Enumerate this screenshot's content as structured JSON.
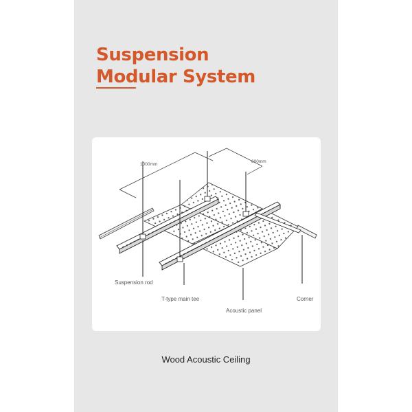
{
  "title": {
    "line1": "Suspension",
    "line2": "Modular System"
  },
  "diagram": {
    "dim_length": "1000mm",
    "dim_width": "600mm",
    "label_suspension_rod": "Suspension rod",
    "label_main_tee": "T-type main tee",
    "label_acoustic_panel": "Acoustic panel",
    "label_corner": "Corner"
  },
  "caption": "Wood Acoustic Ceiling",
  "colors": {
    "accent": "#d4582a",
    "card_bg": "#e7e7e7"
  }
}
